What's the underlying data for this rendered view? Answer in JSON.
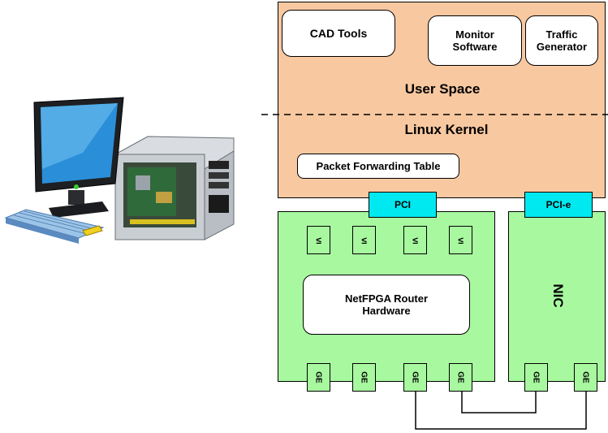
{
  "user_space": {
    "cad_tools": "CAD Tools",
    "monitor_software_line1": "Monitor",
    "monitor_software_line2": "Software",
    "traffic_generator_line1": "Traffic",
    "traffic_generator_line2": "Generator",
    "label": "User Space"
  },
  "kernel": {
    "label": "Linux Kernel",
    "packet_forwarding_table": "Packet Forwarding Table"
  },
  "buses": {
    "pci": "PCI",
    "pcie": "PCI-e"
  },
  "netfpga": {
    "ports": [
      "≤",
      "≤",
      "≤",
      "≤"
    ],
    "router_line1": "NetFPGA Router",
    "router_line2": "Hardware",
    "ge_ports": [
      "GE",
      "GE",
      "GE",
      "GE"
    ]
  },
  "nic": {
    "label": "NIC",
    "ge_ports": [
      "GE",
      "GE"
    ]
  },
  "colors": {
    "user_space": "#f8c8a0",
    "hardware": "#a8f8a0",
    "bus": "#00e8f0"
  },
  "icons": {
    "computer": "desktop-computer-icon"
  }
}
